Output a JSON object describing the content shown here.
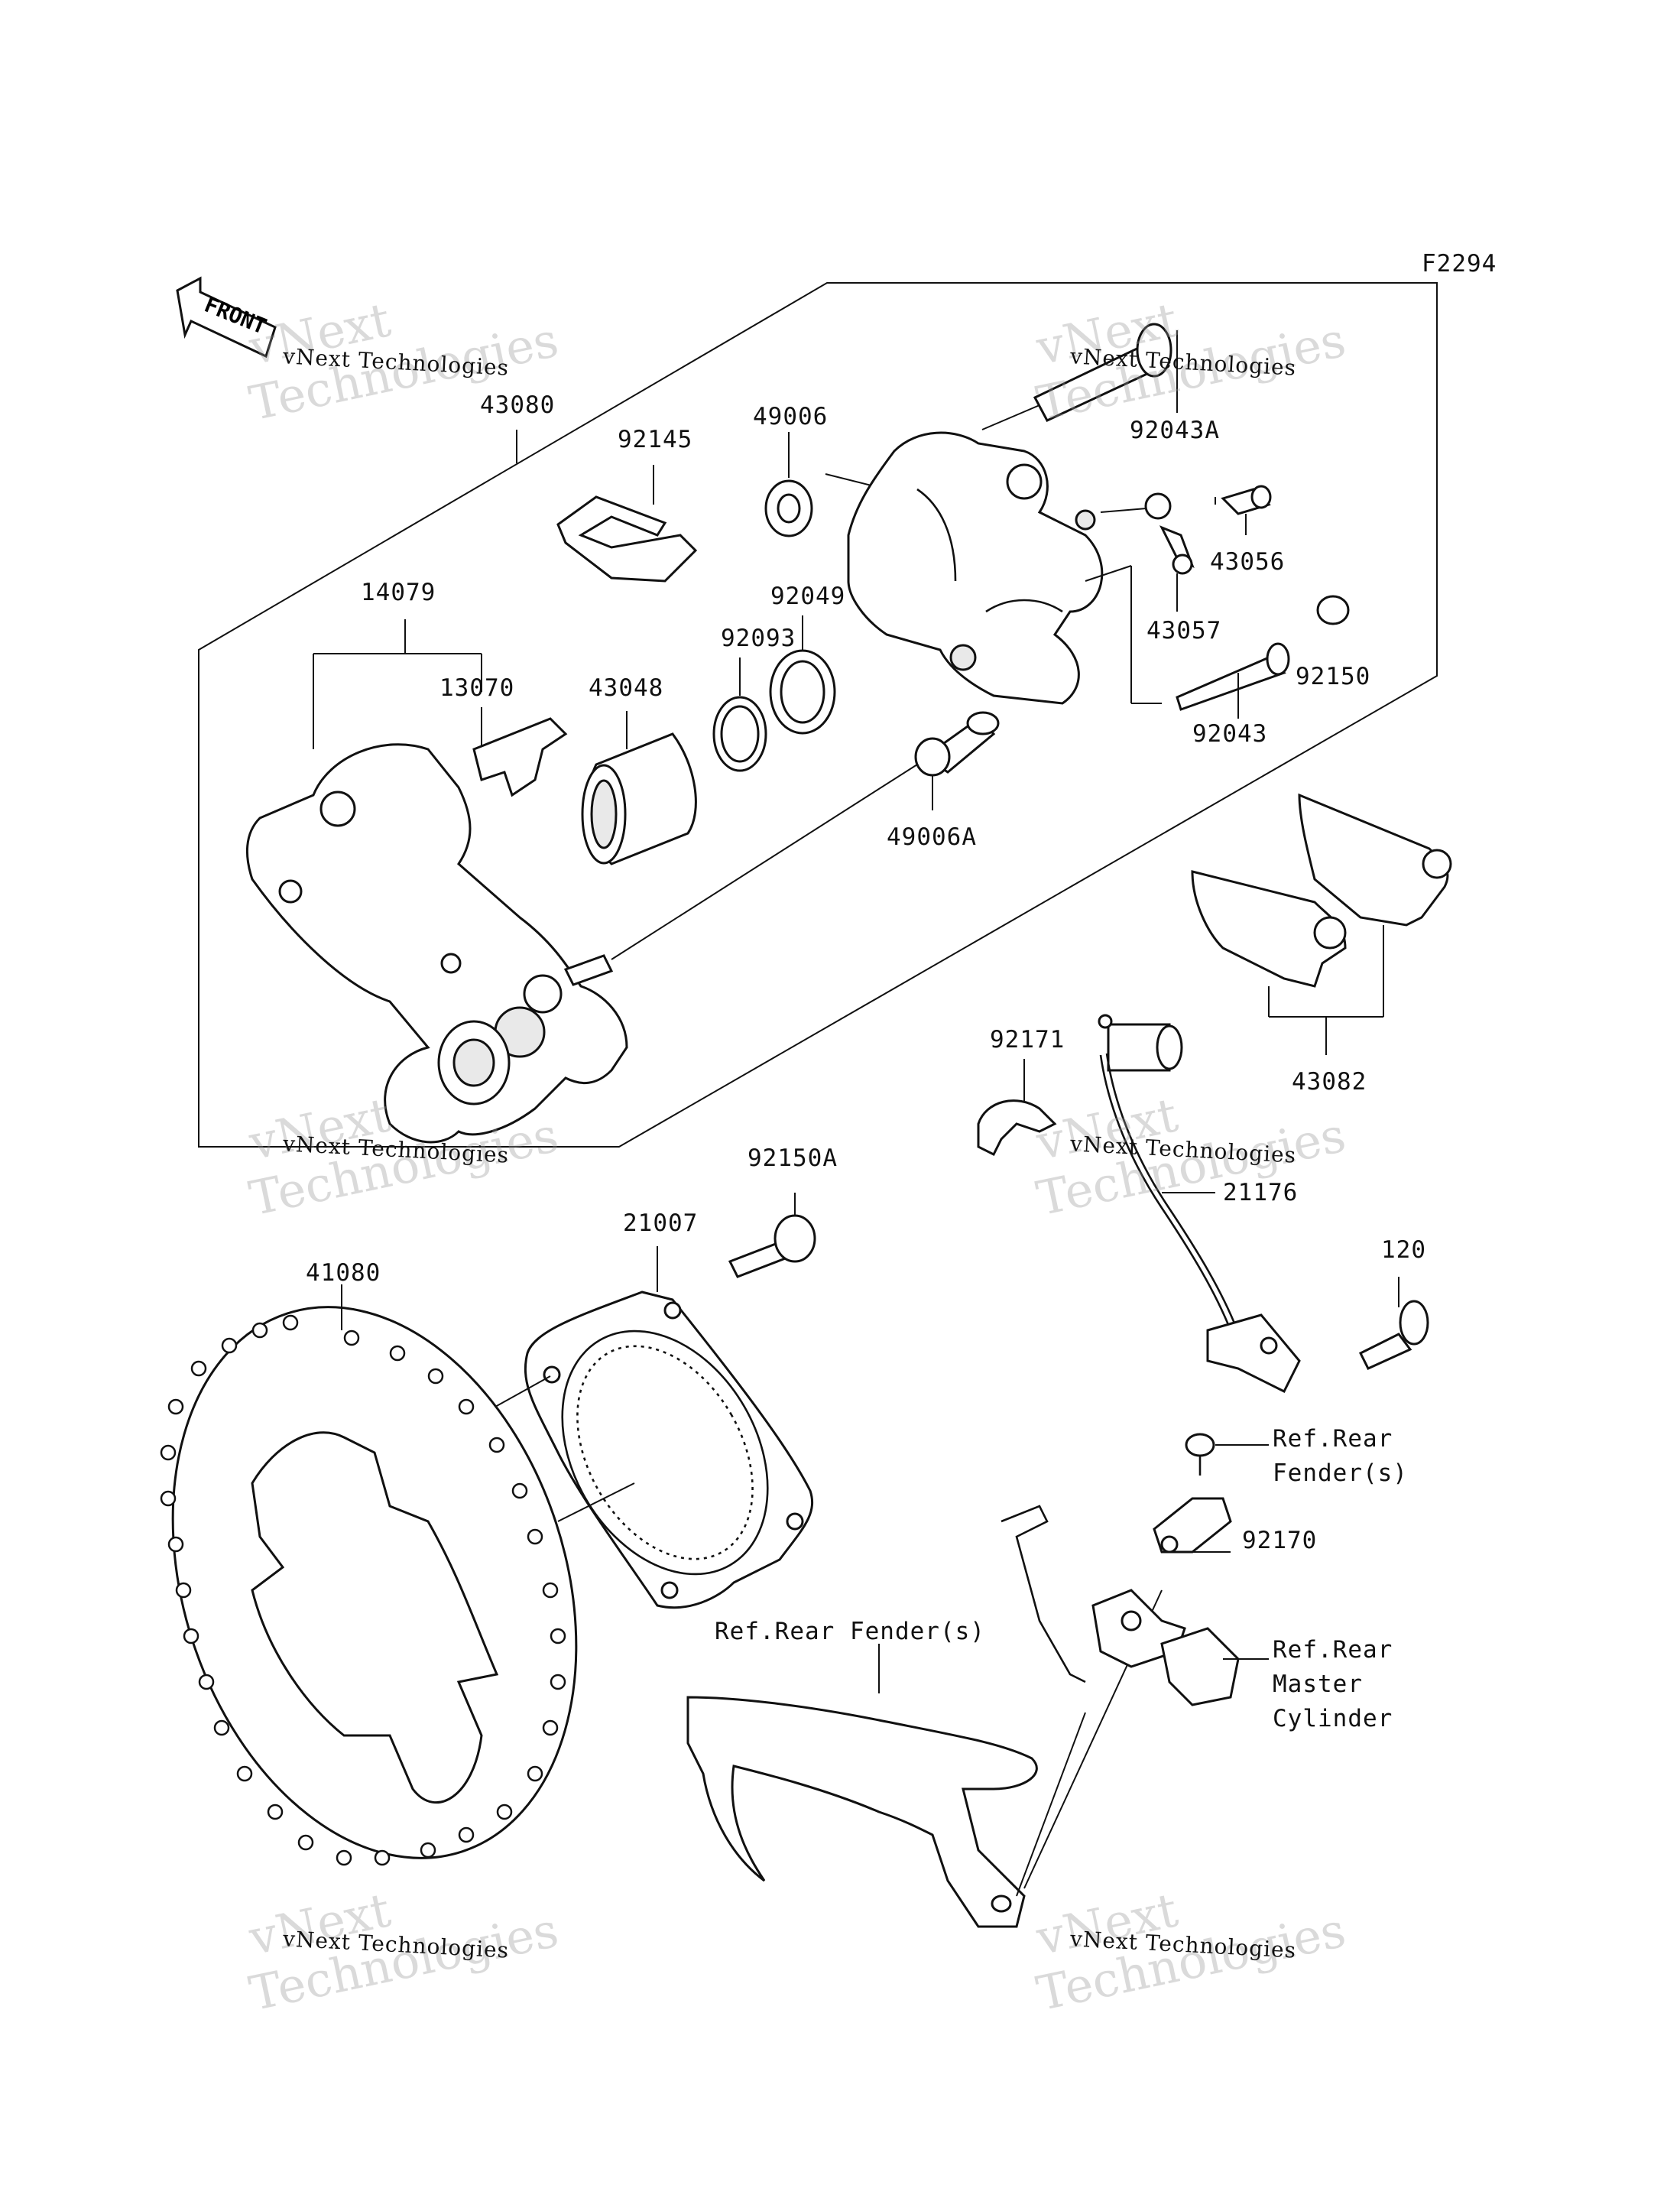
{
  "figure_id": "F2294",
  "front_arrow_label": "FRONT",
  "watermark": {
    "line1": "vNext",
    "line2": "Technologies",
    "small": "vNext Technologies"
  },
  "parts": {
    "p43080": "43080",
    "p92145": "92145",
    "p49006": "49006",
    "p92043A": "92043A",
    "p43056": "43056",
    "p43057": "43057",
    "p92150": "92150",
    "p92043": "92043",
    "p14079": "14079",
    "p13070": "13070",
    "p43048": "43048",
    "p92093": "92093",
    "p92049": "92049",
    "p49006A": "49006A",
    "p43082": "43082",
    "p92171": "92171",
    "p21176": "21176",
    "p92150A": "92150A",
    "p21007": "21007",
    "p41080": "41080",
    "p120": "120",
    "p92170": "92170"
  },
  "refs": {
    "rear_fender_1": "Ref.Rear\nFender(s)",
    "rear_fender_2": "Ref.Rear Fender(s)",
    "rear_master_cylinder": "Ref.Rear\nMaster\nCylinder"
  }
}
